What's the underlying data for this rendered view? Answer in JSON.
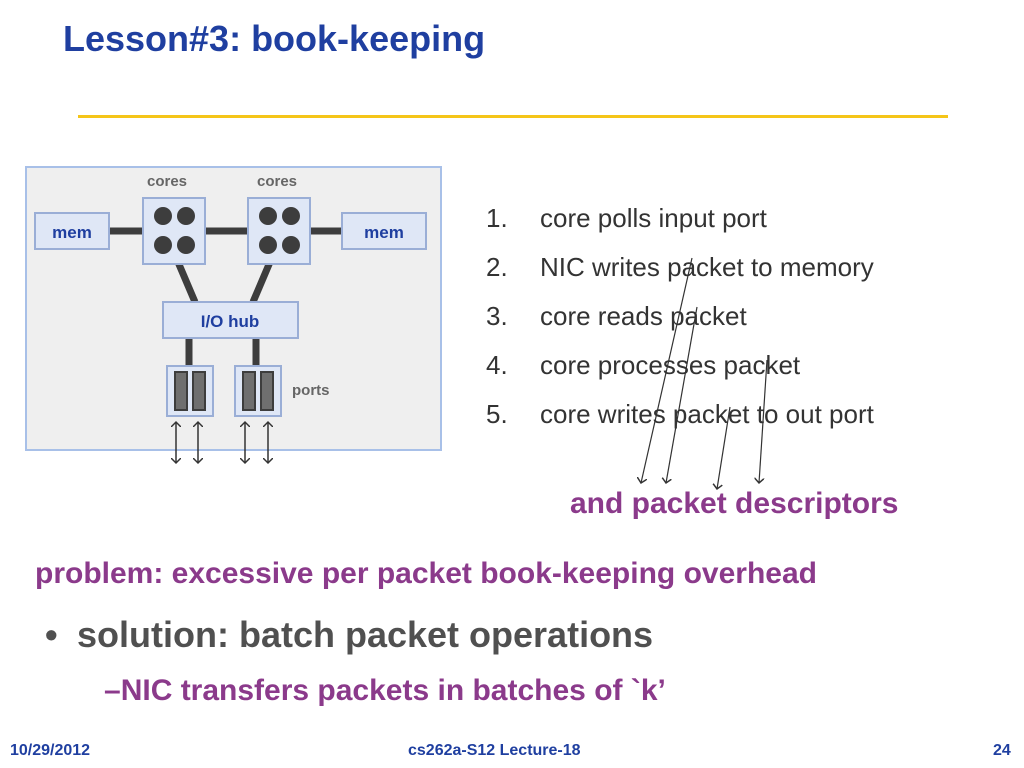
{
  "slide": {
    "title": "Lesson#3: book-keeping",
    "diagram": {
      "core_label_left": "cores",
      "core_label_right": "cores",
      "mem_left": "mem",
      "mem_right": "mem",
      "io_hub": "I/O hub",
      "ports": "ports"
    },
    "steps": [
      {
        "num": "1.",
        "text": "core polls input port"
      },
      {
        "num": "2.",
        "text": "NIC writes packet to memory"
      },
      {
        "num": "3.",
        "text": "core reads packet"
      },
      {
        "num": "4.",
        "text": "core processes packet"
      },
      {
        "num": "5.",
        "text": "core writes packet to out port"
      }
    ],
    "annotation": "and packet descriptors",
    "problem": "problem: excessive per packet book-keeping overhead",
    "bullet": {
      "marker": "•",
      "text": "solution: batch packet operations"
    },
    "sub_bullet": {
      "marker": "–",
      "text": "NIC transfers packets in batches of `k’"
    },
    "footer": {
      "date": "10/29/2012",
      "course": "cs262a-S12 Lecture-18",
      "page": "24"
    },
    "colors": {
      "title": "#1f3fa0",
      "accent": "#8b3a8b",
      "rule": "#f5c518",
      "diagram_border": "#a8c0e8"
    }
  }
}
